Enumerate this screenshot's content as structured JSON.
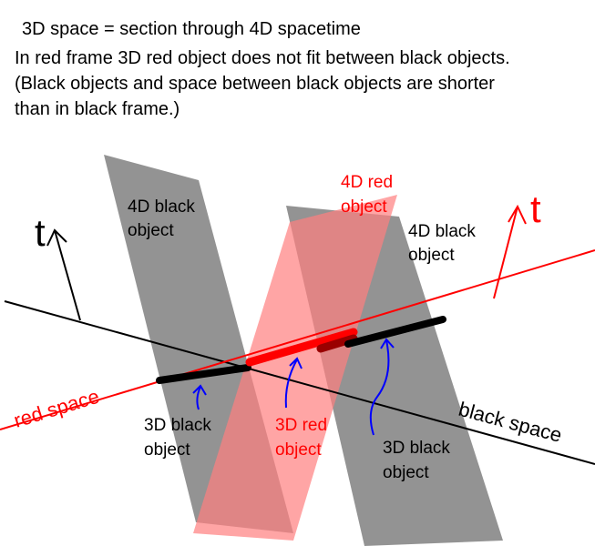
{
  "header": {
    "line1": "3D space  = section through 4D spacetime",
    "line2": "In red frame 3D red object does not fit between black objects.",
    "line3": "(Black objects and space between black objects are shorter",
    "line4": "than in black frame.)"
  },
  "labels": {
    "black_obj_4d_left_l1": "4D black",
    "black_obj_4d_left_l2": "object",
    "red_obj_4d_l1": "4D red",
    "red_obj_4d_l2": "object",
    "black_obj_4d_right_l1": "4D black",
    "black_obj_4d_right_l2": "object",
    "t_black": "t",
    "t_red": "t",
    "red_space": "red space",
    "black_space": "black space",
    "black_3d_left_l1": "3D black",
    "black_3d_left_l2": "object",
    "red_3d_l1": "3D red",
    "red_3d_l2": "object",
    "black_3d_right_l1": "3D black",
    "black_3d_right_l2": "object"
  },
  "colors": {
    "black_band": "#808080",
    "red_band": "#ff7f7f",
    "red": "#ff0000",
    "black": "#000000",
    "blue": "#0000ff",
    "dark_red": "#b00000"
  }
}
